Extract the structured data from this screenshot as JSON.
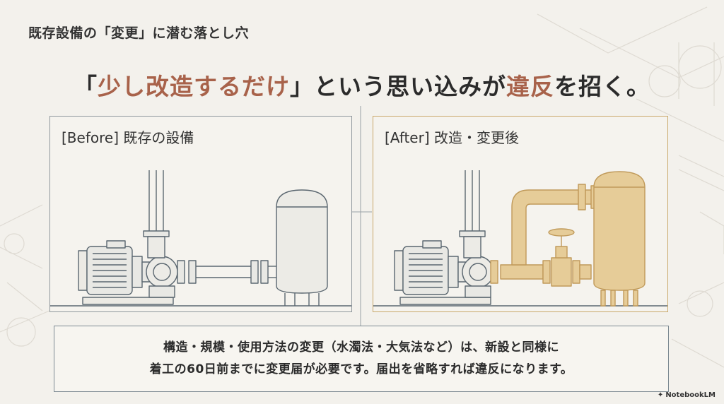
{
  "slide": {
    "label": "既存設備の「変更」に潜む落とし穴",
    "headline": {
      "p1": "「",
      "a1": "少し改造するだけ",
      "p2": "」という思い込みが",
      "a2": "違反",
      "p3": "を招く。"
    }
  },
  "panels": {
    "before": {
      "title": "[Before] 既存の設備"
    },
    "after": {
      "title": "[After] 改造・変更後"
    }
  },
  "note": {
    "line1": "構造・規模・使用方法の変更（水濁法・大気法など）は、新設と同様に",
    "line2": "着工の60日前までに変更届が必要です。届出を省略すれば違反になります。"
  },
  "brand": {
    "name": "NotebookLM",
    "icon": "notebook-icon"
  },
  "colors": {
    "accent": "#a8624a",
    "before_border": "#8f979c",
    "after_border": "#c9a86a",
    "added_pipe": "#e6cc98",
    "added_stroke": "#c09a5a"
  }
}
